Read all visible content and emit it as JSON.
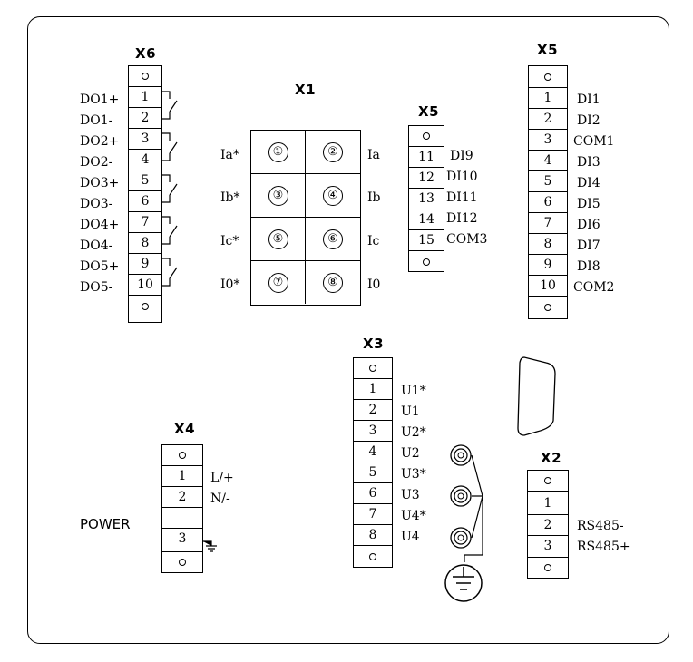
{
  "x6": {
    "title": "X6",
    "cells": [
      "1",
      "2",
      "3",
      "4",
      "5",
      "6",
      "7",
      "8",
      "9",
      "10"
    ],
    "labels": [
      "DO1+",
      "DO1-",
      "DO2+",
      "DO2-",
      "DO3+",
      "DO3-",
      "DO4+",
      "DO4-",
      "DO5+",
      "DO5-"
    ]
  },
  "x1": {
    "title": "X1",
    "circles": [
      "①",
      "②",
      "③",
      "④",
      "⑤",
      "⑥",
      "⑦",
      "⑧"
    ],
    "left_labels": [
      "Ia*",
      "Ib*",
      "Ic*",
      "I0*"
    ],
    "right_labels": [
      "Ia",
      "Ib",
      "Ic",
      "I0"
    ]
  },
  "x5_mid": {
    "title": "X5",
    "cells": [
      "11",
      "12",
      "13",
      "14",
      "15"
    ],
    "labels": [
      "DI9",
      "DI10",
      "DI11",
      "DI12",
      "COM3"
    ]
  },
  "x5_right": {
    "title": "X5",
    "cells": [
      "1",
      "2",
      "3",
      "4",
      "5",
      "6",
      "7",
      "8",
      "9",
      "10"
    ],
    "labels": [
      "DI1",
      "DI2",
      "COM1",
      "DI3",
      "DI4",
      "DI5",
      "DI6",
      "DI7",
      "DI8",
      "COM2"
    ]
  },
  "x3": {
    "title": "X3",
    "cells": [
      "1",
      "2",
      "3",
      "4",
      "5",
      "6",
      "7",
      "8"
    ],
    "labels": [
      "U1*",
      "U1",
      "U2*",
      "U2",
      "U3*",
      "U3",
      "U4*",
      "U4"
    ]
  },
  "x4": {
    "title": "X4",
    "cells": [
      "1",
      "2",
      "",
      "3"
    ],
    "labels": [
      "L/+",
      "N/-"
    ],
    "power_label": "POWER"
  },
  "x2": {
    "title": "X2",
    "cells": [
      "1",
      "2",
      "3"
    ],
    "labels": [
      "RS485-",
      "RS485+"
    ]
  },
  "icons": {
    "ground": "ground-icon",
    "db9": "db9-connector-icon",
    "bnc": "bnc-connector-icon"
  }
}
